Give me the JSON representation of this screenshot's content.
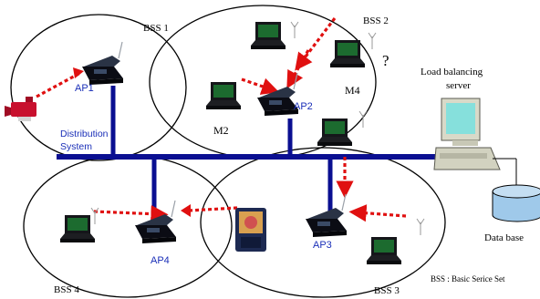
{
  "colors": {
    "backbone": "#0a0f91",
    "ap_label": "#1a2fb8",
    "arrow": "#e01010",
    "bss_ellipse": "#000000",
    "laptop_screen": "#1c6b2f",
    "camera": "#c8102e",
    "database": "#9fc9ea",
    "pda_screen": "#d05050",
    "text": "#000000"
  },
  "labels": {
    "bss1": "BSS 1",
    "bss2": "BSS 2",
    "bss3": "BSS 3",
    "bss4": "BSS 4",
    "ap1": "AP1",
    "ap2": "AP2",
    "ap3": "AP3",
    "ap4": "AP4",
    "m2": "M2",
    "m4": "M4",
    "question": "?",
    "distribution_line1": "Distribution",
    "distribution_line2": "System",
    "server_line1": "Load balancing",
    "server_line2": "server",
    "database": "Data base",
    "legend": "BSS : Basic Serice Set"
  },
  "icons": [
    "video-camera-icon",
    "access-point-icon",
    "laptop-icon",
    "pda-icon",
    "desktop-computer-icon",
    "database-cylinder-icon",
    "antenna-icon"
  ]
}
